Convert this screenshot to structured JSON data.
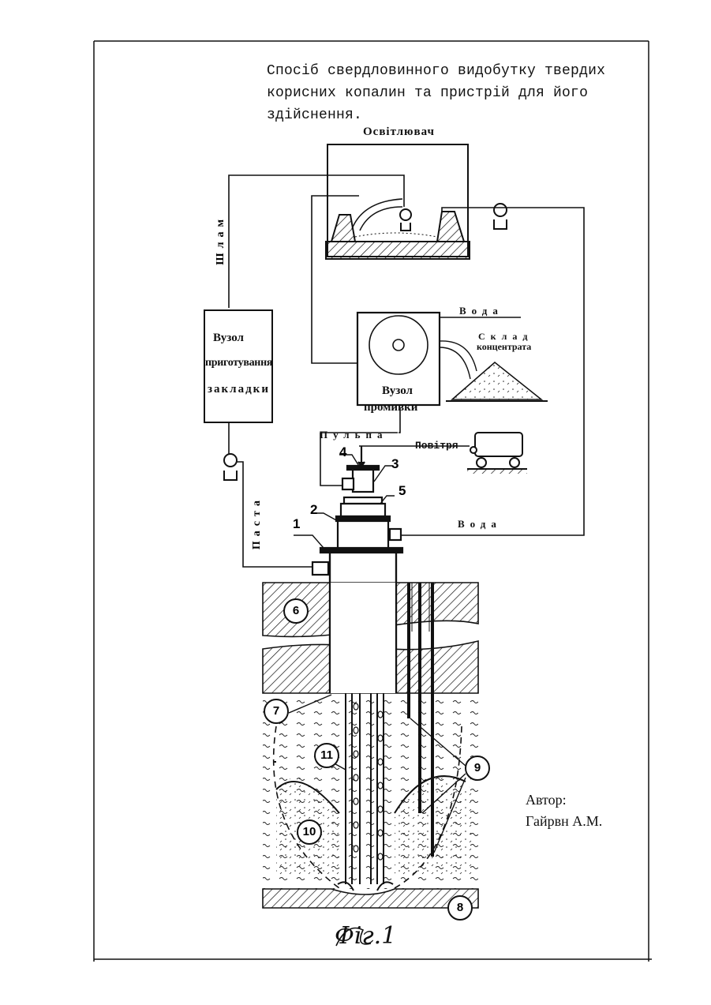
{
  "title": {
    "line1": "Спосіб свердловинного видобутку твердих",
    "line2": "корисних копалин та пристрій для його",
    "line3": "здійснення."
  },
  "labels": {
    "clarifier": "Освітлювач",
    "slurry_vertical": "Шлам",
    "backfill_unit_l1": "Вузол",
    "backfill_unit_l2": "приготування",
    "backfill_unit_l3": "закладки",
    "paste_vertical": "Паста",
    "water_top": "Вода",
    "concentrate_l1": "Склад",
    "concentrate_l2": "концентрата",
    "wash_unit_l1": "Вузол",
    "wash_unit_l2": "промивки",
    "pulp": "Пульпа",
    "air": "Повітря",
    "water_bottom": "Вода",
    "fig": "Фіг.1"
  },
  "part_numbers": {
    "n1": "1",
    "n2": "2",
    "n3": "3",
    "n4": "4",
    "n5": "5",
    "n6": "6",
    "n7": "7",
    "n8": "8",
    "n9": "9",
    "n10": "10",
    "n11": "11"
  },
  "author": {
    "label": "Автор:",
    "name": "Гайрвн А.М."
  }
}
